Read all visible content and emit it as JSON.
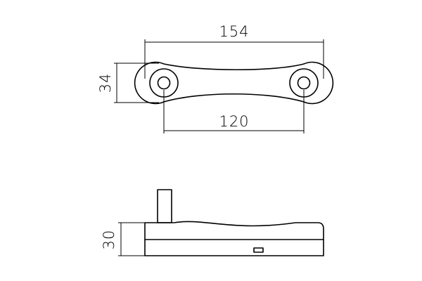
{
  "drawing": {
    "dimensions": {
      "overall_length": "154",
      "hole_spacing": "120",
      "boss_height": "34",
      "side_height": "30"
    }
  }
}
